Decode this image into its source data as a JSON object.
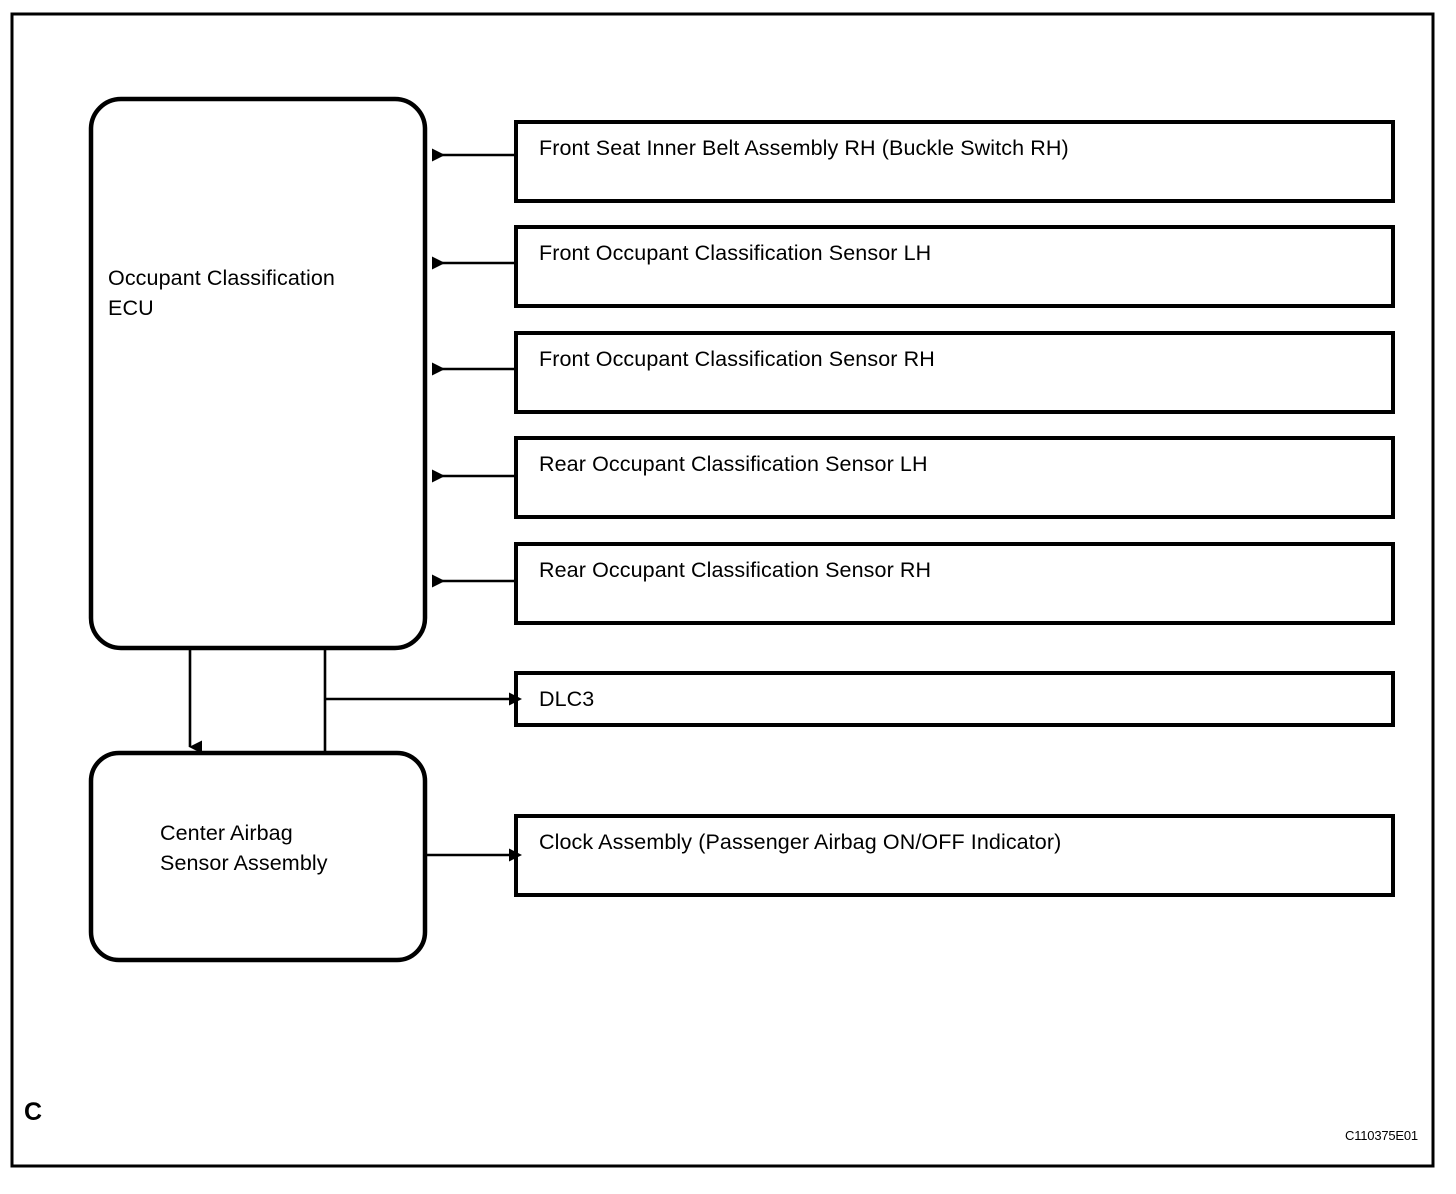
{
  "figure": {
    "page_corner_mark": "C",
    "figure_code": "C110375E01",
    "border_color": "#000000",
    "line_color": "#000000",
    "background_color": "#ffffff"
  },
  "diagram": {
    "type": "block-diagram",
    "title": "",
    "nodes": {
      "occupant_classification_ecu": {
        "label": "Occupant Classification\nECU",
        "shape": "rounded-rect"
      },
      "center_airbag_sensor_assembly": {
        "label": "Center Airbag\nSensor Assembly",
        "shape": "rounded-rect"
      },
      "dlc3": {
        "label": "DLC3",
        "shape": "rect"
      },
      "clock_assembly": {
        "label": "Clock Assembly (Passenger Airbag ON/OFF Indicator)",
        "shape": "rect"
      }
    },
    "sensor_inputs": [
      {
        "label": "Front Seat Inner Belt Assembly RH (Buckle Switch RH)"
      },
      {
        "label": "Front Occupant Classification Sensor LH"
      },
      {
        "label": "Front Occupant Classification Sensor RH"
      },
      {
        "label": "Rear Occupant Classification Sensor LH"
      },
      {
        "label": "Rear Occupant Classification Sensor RH"
      }
    ],
    "connections": [
      {
        "from": "Front Seat Inner Belt Assembly RH (Buckle Switch RH)",
        "to": "Occupant Classification ECU",
        "direction": "left"
      },
      {
        "from": "Front Occupant Classification Sensor LH",
        "to": "Occupant Classification ECU",
        "direction": "left"
      },
      {
        "from": "Front Occupant Classification Sensor RH",
        "to": "Occupant Classification ECU",
        "direction": "left"
      },
      {
        "from": "Rear Occupant Classification Sensor LH",
        "to": "Occupant Classification ECU",
        "direction": "left"
      },
      {
        "from": "Rear Occupant Classification Sensor RH",
        "to": "Occupant Classification ECU",
        "direction": "left"
      },
      {
        "from": "Occupant Classification ECU",
        "to": "Center Airbag Sensor Assembly",
        "direction": "down"
      },
      {
        "from": "Occupant Classification ECU",
        "to": "DLC3",
        "direction": "right"
      },
      {
        "from": "Center Airbag Sensor Assembly",
        "to": "Clock Assembly (Passenger Airbag ON/OFF Indicator)",
        "direction": "right"
      }
    ]
  }
}
